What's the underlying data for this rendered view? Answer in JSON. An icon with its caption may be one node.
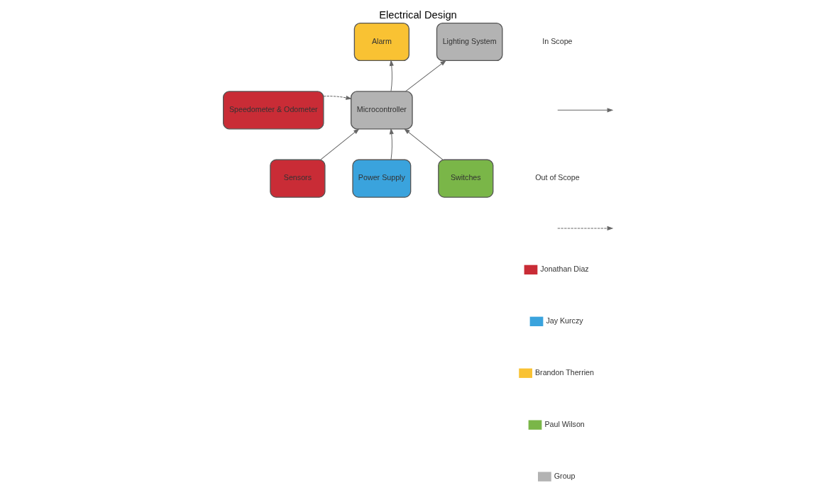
{
  "diagram": {
    "title": "Electrical Design",
    "nodes": [
      {
        "text": [
          "Alarm"
        ]
      },
      {
        "text": [
          "Lighting System"
        ]
      },
      {
        "text": [
          "Speedometer & Odometer"
        ]
      },
      {
        "text": [
          "Microcontroller"
        ]
      },
      {
        "text": [
          "Sensors"
        ]
      },
      {
        "text": [
          "Power Supply"
        ]
      },
      {
        "text": [
          "Switches"
        ]
      }
    ],
    "edges": [
      {
        "from": 3,
        "to": 0,
        "arrow": "to"
      },
      {
        "from": 3,
        "to": 1,
        "arrow": "to"
      },
      {
        "from": 2,
        "to": 3,
        "arrow": "to",
        "style": "dashed"
      },
      {
        "from": 4,
        "to": 3,
        "arrow": "to"
      },
      {
        "from": 5,
        "to": 3,
        "arrow": "to"
      },
      {
        "from": 6,
        "to": 3,
        "arrow": "to"
      }
    ],
    "legend": [
      {
        "text": "In Scope"
      },
      {
        "text": "Out of Scope"
      },
      {
        "text": "Jonathan Diaz",
        "color": "#c92c36"
      },
      {
        "text": "Jay Kurczy",
        "color": "#3aa3dd"
      },
      {
        "text": "Brandon Therrien",
        "color": "#f9c233"
      },
      {
        "text": "Paul Wilson",
        "color": "#7ab648"
      },
      {
        "text": "Group",
        "color": "#b3b3b3"
      }
    ]
  }
}
